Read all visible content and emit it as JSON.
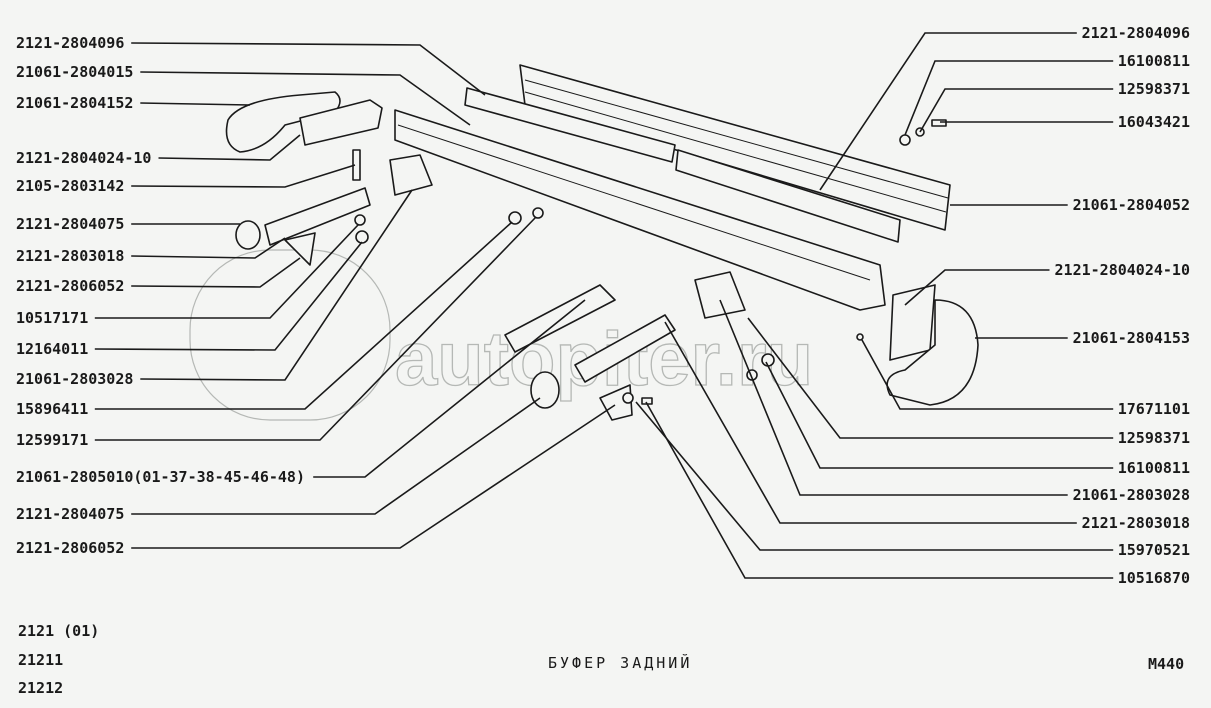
{
  "title": "БУФЕР ЗАДНИЙ",
  "page_code": "M440",
  "models": [
    "2121 (01)",
    "21211",
    "21212"
  ],
  "watermark": "autopiter.ru",
  "left_labels": [
    "2121-2804096",
    "21061-2804015",
    "21061-2804152",
    "2121-2804024-10",
    "2105-2803142",
    "2121-2804075",
    "2121-2803018",
    "2121-2806052",
    "10517171",
    "12164011",
    "21061-2803028",
    "15896411",
    "12599171",
    "21061-2805010(01-37-38-45-46-48)",
    "2121-2804075",
    "2121-2806052"
  ],
  "right_labels": [
    "2121-2804096",
    "16100811",
    "12598371",
    "16043421",
    "21061-2804052",
    "2121-2804024-10",
    "21061-2804153",
    "17671101",
    "12598371",
    "16100811",
    "21061-2803028",
    "2121-2803018",
    "15970521",
    "10516870"
  ]
}
